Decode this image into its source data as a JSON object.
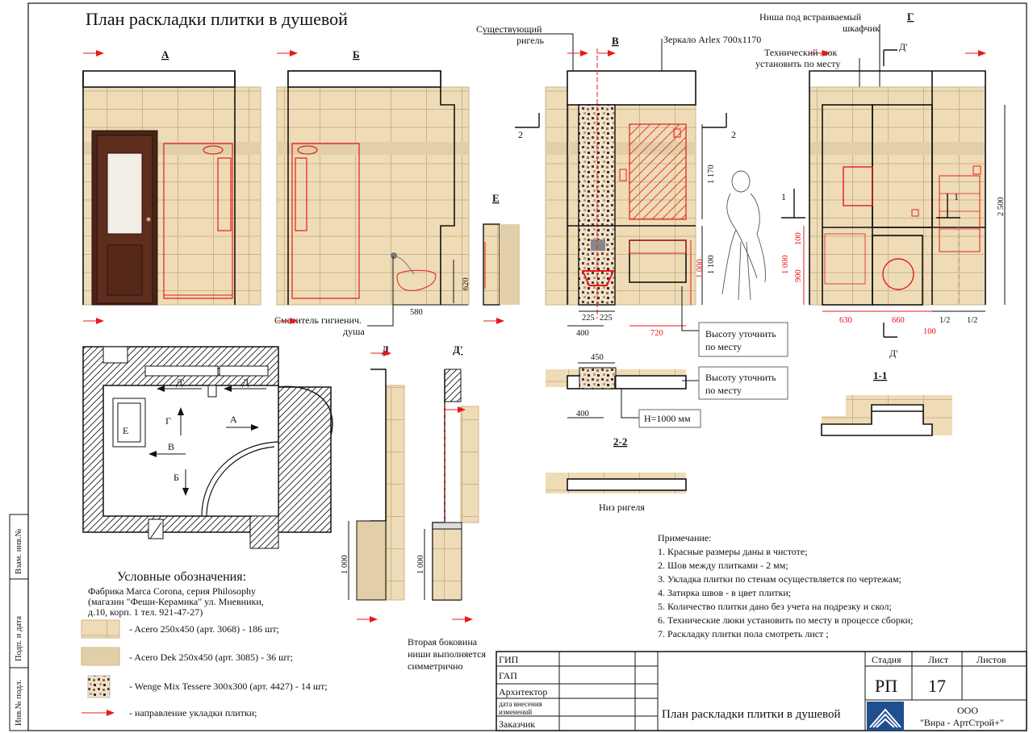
{
  "sheet": {
    "title": "План раскладки плитки в душевой",
    "colors": {
      "tile": "#efdcb6",
      "grout": "#c9b58a",
      "accent": "#e41b1b",
      "wall": "#111111"
    }
  },
  "views": {
    "a": "А",
    "b": "Б",
    "v": "В",
    "g": "Г",
    "e": "Е",
    "d": "Д",
    "d2": "Д'",
    "s22": "2-2",
    "s11": "1-1",
    "cut1": "1",
    "cut2": "2"
  },
  "plan": {
    "d2": "Д'",
    "d": "Д",
    "g": "Г",
    "a": "А",
    "e": "Е",
    "v": "В",
    "b": "Б"
  },
  "callouts": {
    "rigel_line1": "Существующий",
    "rigel_line2": "ригель",
    "mirror": "Зеркало Arlex 700x1170",
    "niche_line1": "Ниша под встраиваемый",
    "niche_line2": "шкафчик",
    "hatch_line1": "Технический люк",
    "hatch_line2": "установить по месту",
    "mixer_line1": "Смеситель гигиенич.",
    "mixer_line2": "душа",
    "height1_line1": "Высоту уточнить",
    "height1_line2": "по месту",
    "height2_line1": "Высоту уточнить",
    "height2_line2": "по месту",
    "h1000": "Н=1000 мм",
    "rigel_bottom": "Низ ригеля",
    "niche_side_line1": "Вторая боковина",
    "niche_side_line2": "ниши выполняется",
    "niche_side_line3": "симметрично"
  },
  "dims": {
    "d620": "620",
    "d580": "580",
    "d225a": "225",
    "d225b": "225",
    "d400a": "400",
    "d720": "720",
    "d1170": "1 170",
    "d1100": "1 100",
    "d1000a": "1 000",
    "d450": "450",
    "d400b": "400",
    "d2500": "2 500",
    "d100a": "100",
    "d1000b": "1 000",
    "d900": "900",
    "d630": "630",
    "d660": "660",
    "half1": "1/2",
    "half2": "1/2",
    "d100b": "100",
    "d1000c": "1 000",
    "d1000d": "1 000"
  },
  "notes": {
    "title": "Примечание:",
    "items": [
      "1. Красные размеры даны в чистоте;",
      "2. Шов между плитками - 2 мм;",
      "3. Укладка плитки по стенам осуществляется по чертежам;",
      "4. Затирка швов - в цвет плитки;",
      "5. Количество плитки дано без учета на подрезку и скол;",
      "6. Технические люки установить по месту в процессе сборки;",
      "7. Раскладку плитки пола смотреть лист    ;"
    ]
  },
  "legend": {
    "title": "Условные обозначения:",
    "factory_line1": "Фабрика Marca Corona, серия Philosophy",
    "factory_line2": "(магазин \"Фешн-Керамика\" ул. Мневники,",
    "factory_line3": "д.10, корп. 1  тел. 921-47-27)",
    "items": [
      "- Acero  250x450   (арт. 3068) -   186 шт;",
      "- Acero  Dek  250x450   (арт. 3085) -   36 шт;",
      "- Wenge  Mix  Tessere  300x300   (арт. 4427) -  14 шт;",
      "-   направление укладки плитки;"
    ]
  },
  "titleblock": {
    "roles": [
      "ГИП",
      "ГАП",
      "Архитектор",
      "дата внесения",
      "изменений",
      "Заказчик"
    ],
    "stage_label": "Стадия",
    "sheet_label": "Лист",
    "sheets_label": "Листов",
    "stage": "РП",
    "sheet": "17",
    "title": "План раскладки плитки в душевой",
    "company_line1": "ООО",
    "company_line2": "\"Вира - АртСтрой+\""
  },
  "side_stamps": [
    "Взам. инв.№",
    "Подп. и дата",
    "Инв.№ подл."
  ]
}
